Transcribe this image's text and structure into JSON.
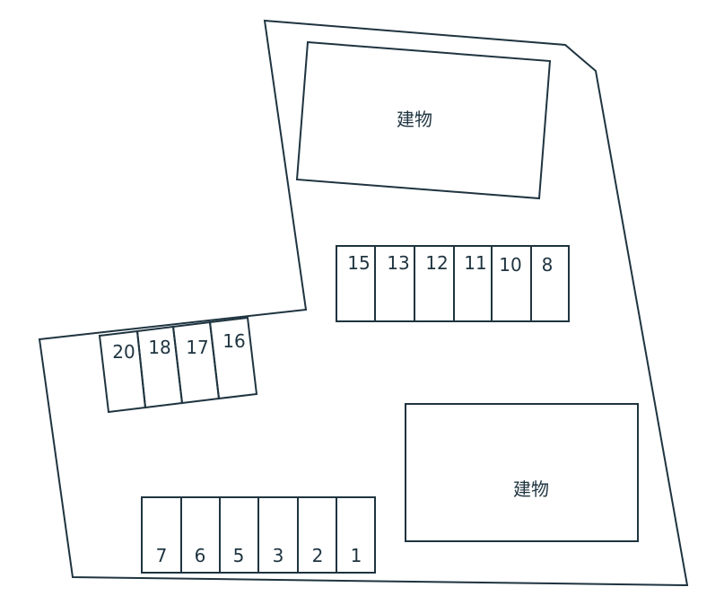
{
  "colors": {
    "line": "#1f3440",
    "background": "#ffffff"
  },
  "buildings": [
    {
      "id": "north",
      "label": "建物"
    },
    {
      "id": "south",
      "label": "建物"
    }
  ],
  "parking": {
    "row_top": [
      "15",
      "13",
      "12",
      "11",
      "10",
      "8"
    ],
    "row_left": [
      "20",
      "18",
      "17",
      "16"
    ],
    "row_bottom": [
      "7",
      "6",
      "5",
      "3",
      "2",
      "1"
    ]
  }
}
